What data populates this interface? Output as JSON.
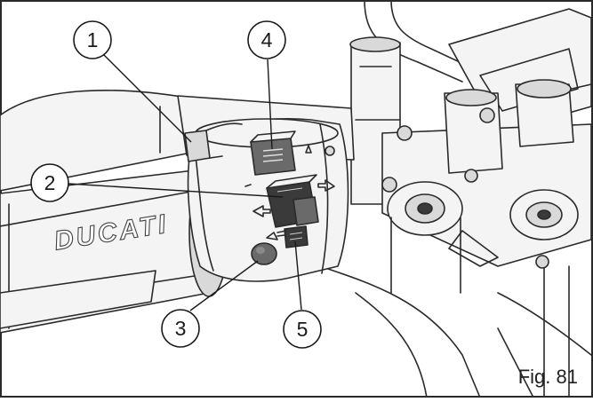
{
  "figure": {
    "caption": "Fig. 81",
    "brand_text": "DUCATI",
    "callouts": [
      {
        "id": "1",
        "label": "1"
      },
      {
        "id": "2",
        "label": "2"
      },
      {
        "id": "3",
        "label": "3"
      },
      {
        "id": "4",
        "label": "4"
      },
      {
        "id": "5",
        "label": "5"
      }
    ]
  }
}
